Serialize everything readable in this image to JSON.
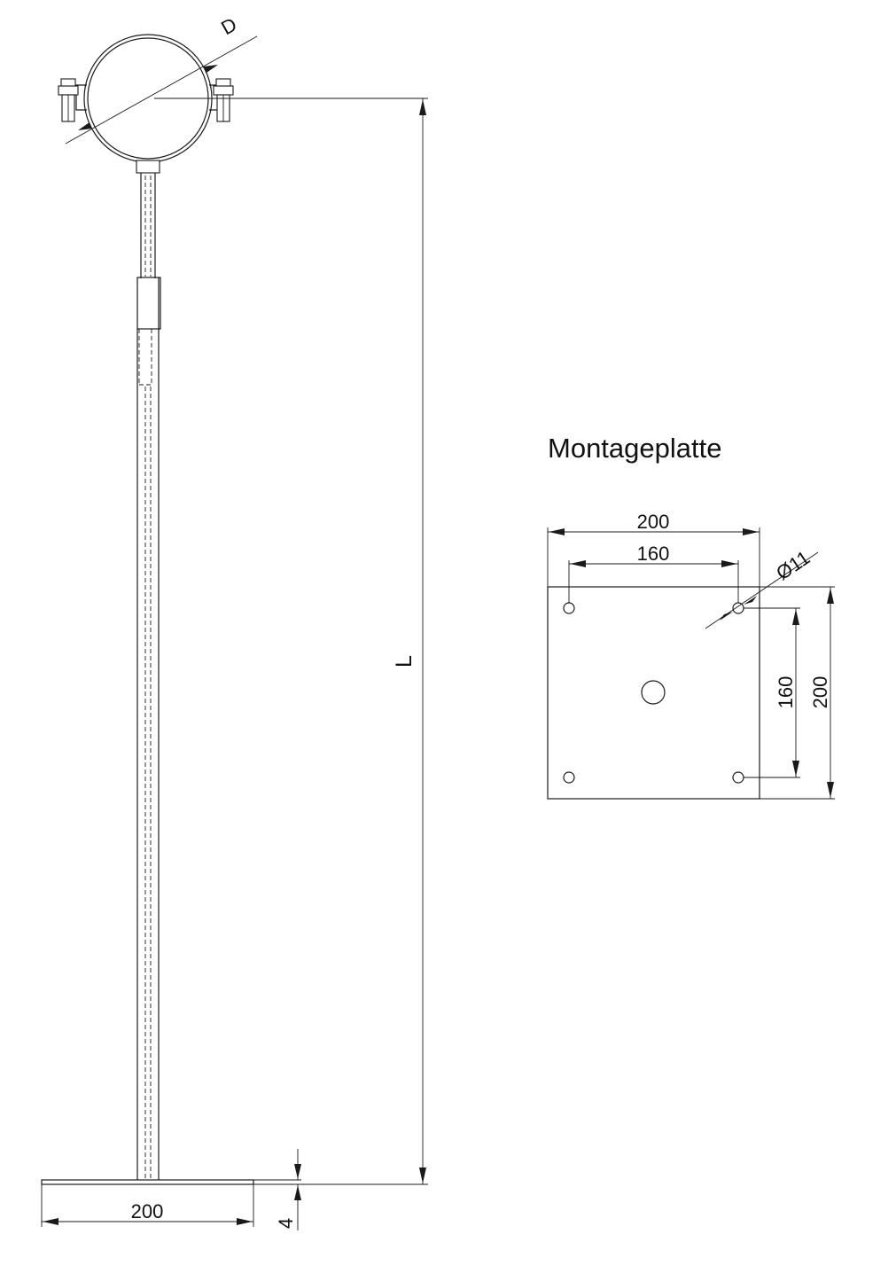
{
  "side_view": {
    "diameter_label": "D",
    "length_label": "L",
    "base_width_label": "200",
    "plate_thickness_label": "4"
  },
  "plate_view": {
    "title": "Montageplatte",
    "width_label": "200",
    "hole_spacing_x_label": "160",
    "hole_diameter_label": "Ø11",
    "hole_spacing_y_label": "160",
    "height_label": "200"
  }
}
